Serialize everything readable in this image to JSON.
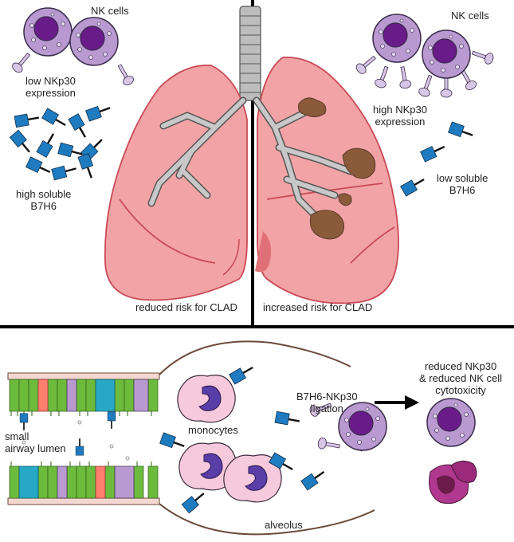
{
  "top_left": {
    "nk_title": "NK cells",
    "nkp30_line1": "low NKp30",
    "nkp30_line2": "expression",
    "b7h6_line1": "high soluble",
    "b7h6_line2": "B7H6",
    "risk": "reduced risk for CLAD"
  },
  "top_right": {
    "nk_title": "NK cells",
    "nkp30_line1": "high NKp30",
    "nkp30_line2": "expression",
    "b7h6_line1": "low soluble",
    "b7h6_line2": "B7H6",
    "risk": "increased risk for CLAD"
  },
  "bottom": {
    "airway_line1": "small",
    "airway_line2": "airway lumen",
    "monocytes": "monocytes",
    "ligation_line1": "B7H6-NKp30",
    "ligation_line2": "ligation",
    "result_line1": "reduced NKp30",
    "result_line2": "& reduced NK cell",
    "result_line3": "cytotoxicity",
    "alveolus": "alveolus"
  },
  "colors": {
    "nk_cell": "#b89ad0",
    "nk_nucleus": "#6a1b8a",
    "receptor": "#d8c6e6",
    "b7h6": "#1f7bbf",
    "lung": "#f2a3a6",
    "lung_outline": "#c94a55",
    "trachea": "#bdbdbd",
    "lesion": "#8a5a3b",
    "monocyte": "#f6c9dd",
    "monocyte_nucleus": "#5a3ea8",
    "epithelium_green": "#6dbb3c",
    "epithelium_teal": "#27a9c6",
    "dead_cell": "#b0398f"
  }
}
